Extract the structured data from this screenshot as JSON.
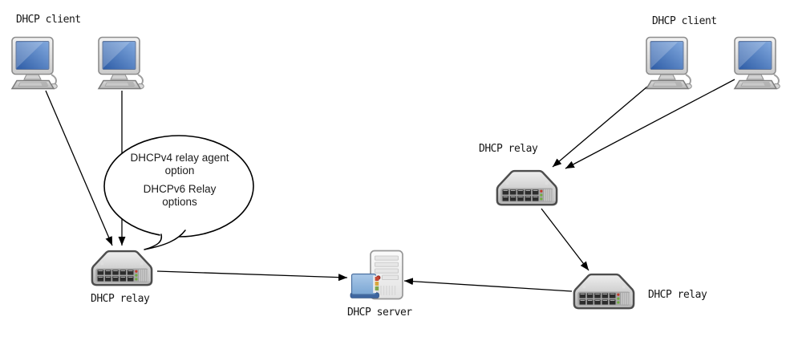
{
  "nodes": {
    "client_left": {
      "label": "DHCP client"
    },
    "client_right": {
      "label": "DHCP client"
    },
    "relay_left": {
      "label": "DHCP relay"
    },
    "relay_mid": {
      "label": "DHCP relay"
    },
    "relay_bottom": {
      "label": "DHCP relay"
    },
    "server": {
      "label": "DHCP server"
    }
  },
  "callout": {
    "lines": [
      "DHCPv4 relay agent",
      "option",
      "DHCPv6 Relay",
      "options"
    ]
  },
  "colors": {
    "line": "#000000",
    "bubble_fill": "#ffffff",
    "screen_blue": "#3c69b0",
    "switch_led_red": "#c4392b",
    "switch_led_green": "#6fae3e",
    "server_book_blue": "#8fb4dc",
    "server_dot_red": "#b23127"
  }
}
